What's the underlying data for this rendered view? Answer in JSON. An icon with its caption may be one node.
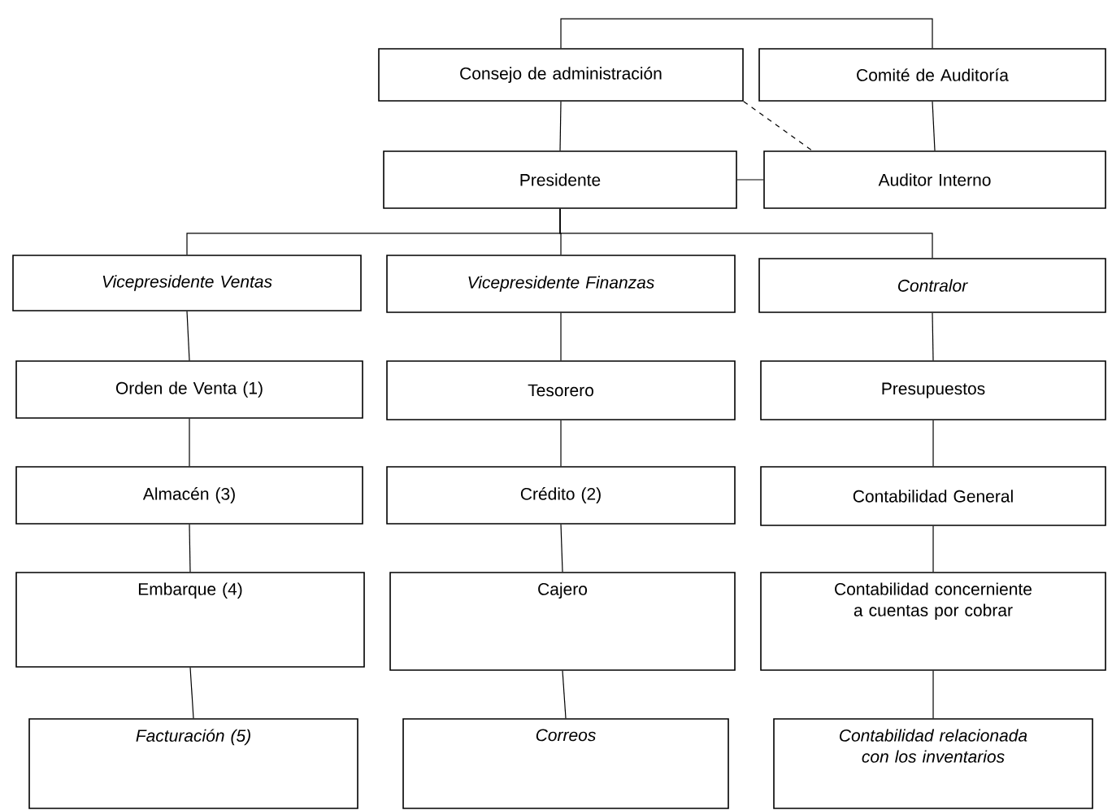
{
  "diagram": {
    "nodes": [
      {
        "text": [
          "Consejo de administración"
        ]
      },
      {
        "text": [
          "Comité de Auditoría"
        ]
      },
      {
        "text": [
          "Presidente"
        ]
      },
      {
        "text": [
          "Auditor Interno"
        ]
      },
      {
        "text": [
          "Vicepresidente Ventas"
        ]
      },
      {
        "text": [
          "Vicepresidente Finanzas"
        ]
      },
      {
        "text": [
          "Contralor"
        ]
      },
      {
        "text": [
          "Orden de Venta (1)"
        ]
      },
      {
        "text": [
          "Tesorero"
        ]
      },
      {
        "text": [
          "Presupuestos"
        ]
      },
      {
        "text": [
          "Almacén (3)"
        ]
      },
      {
        "text": [
          "Crédito (2)"
        ]
      },
      {
        "text": [
          "Contabilidad General"
        ]
      },
      {
        "text": [
          "Embarque (4)"
        ]
      },
      {
        "text": [
          "Cajero"
        ]
      },
      {
        "text": [
          "Contabilidad concerniente a cuentas por cobrar"
        ]
      },
      {
        "text": [
          "Facturación (5)"
        ]
      },
      {
        "text": [
          "Correos"
        ]
      },
      {
        "text": [
          "Contabilidad relacionada con los inventarios"
        ]
      }
    ],
    "edges": [
      {
        "from": 0,
        "to": 1,
        "arrow": "none"
      },
      {
        "from": 0,
        "to": 2,
        "arrow": "none"
      },
      {
        "from": 1,
        "to": 3,
        "arrow": "none"
      },
      {
        "from": 0,
        "to": 3,
        "arrow": "none",
        "style": "dashed"
      },
      {
        "from": 2,
        "to": 3,
        "arrow": "none"
      },
      {
        "from": 2,
        "to": 4,
        "arrow": "none"
      },
      {
        "from": 2,
        "to": 5,
        "arrow": "none"
      },
      {
        "from": 2,
        "to": 6,
        "arrow": "none"
      },
      {
        "from": 4,
        "to": 7,
        "arrow": "none"
      },
      {
        "from": 5,
        "to": 8,
        "arrow": "none"
      },
      {
        "from": 6,
        "to": 9,
        "arrow": "none"
      },
      {
        "from": 7,
        "to": 10,
        "arrow": "none"
      },
      {
        "from": 8,
        "to": 11,
        "arrow": "none"
      },
      {
        "from": 9,
        "to": 12,
        "arrow": "none"
      },
      {
        "from": 10,
        "to": 13,
        "arrow": "none"
      },
      {
        "from": 11,
        "to": 14,
        "arrow": "none"
      },
      {
        "from": 12,
        "to": 15,
        "arrow": "none"
      },
      {
        "from": 13,
        "to": 16,
        "arrow": "none"
      },
      {
        "from": 14,
        "to": 17,
        "arrow": "none"
      },
      {
        "from": 15,
        "to": 18,
        "arrow": "none"
      }
    ]
  }
}
